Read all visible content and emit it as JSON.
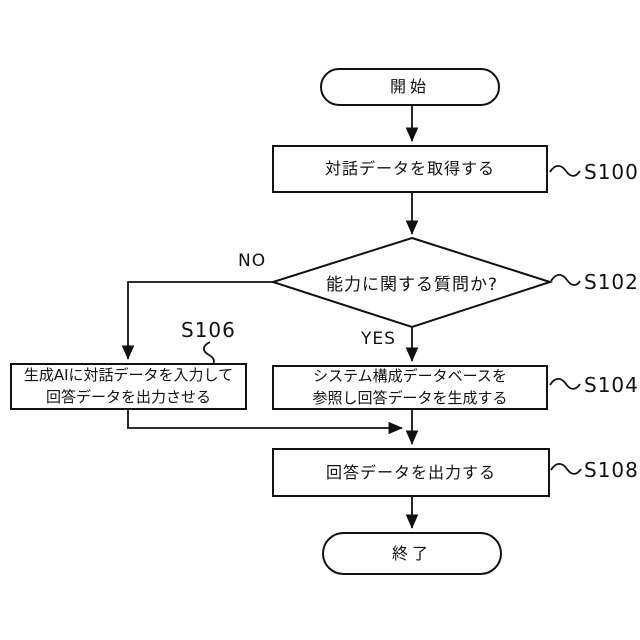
{
  "figure": {
    "background_color": "#ffffff",
    "line_color": "#111111",
    "type": "flowchart"
  },
  "nodes": {
    "start": {
      "label": "開始"
    },
    "s100": {
      "label": "対話データを取得する",
      "step": "S100"
    },
    "s102": {
      "label": "能力に関する質問か?",
      "step": "S102"
    },
    "s106": {
      "line1": "生成AIに対話データを入力して",
      "line2": "回答データを出力させる",
      "step": "S106"
    },
    "s104": {
      "line1": "システム構成データベースを",
      "line2": "参照し回答データを生成する",
      "step": "S104"
    },
    "s108": {
      "label": "回答データを出力する",
      "step": "S108"
    },
    "end": {
      "label": "終了"
    }
  },
  "edges": {
    "no_label": "NO",
    "yes_label": "YES"
  }
}
